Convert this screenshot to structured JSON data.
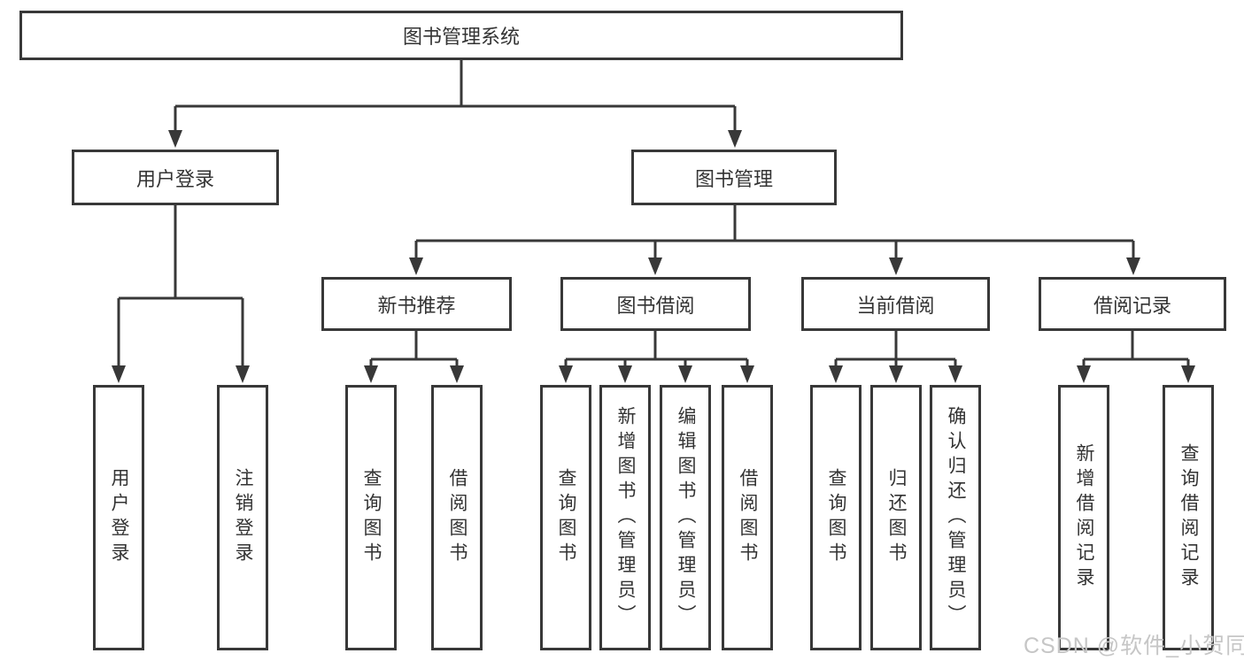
{
  "diagram": {
    "nodes": {
      "root": {
        "label": "图书管理系统"
      },
      "user_login": {
        "label": "用户登录"
      },
      "book_mgmt": {
        "label": "图书管理"
      },
      "new_book_rec": {
        "label": "新书推荐"
      },
      "book_borrow": {
        "label": "图书借阅"
      },
      "current_borrow": {
        "label": "当前借阅"
      },
      "borrow_records": {
        "label": "借阅记录"
      },
      "leaf_login": {
        "label": "用户登录"
      },
      "leaf_logout": {
        "label": "注销登录"
      },
      "leaf_nb_query": {
        "label": "查询图书"
      },
      "leaf_nb_borrow": {
        "label": "借阅图书"
      },
      "leaf_bb_query": {
        "label": "查询图书"
      },
      "leaf_bb_add": {
        "label": "新增图书（管理员）"
      },
      "leaf_bb_edit": {
        "label": "编辑图书（管理员）"
      },
      "leaf_bb_borrow": {
        "label": "借阅图书"
      },
      "leaf_cb_query": {
        "label": "查询图书"
      },
      "leaf_cb_return": {
        "label": "归还图书"
      },
      "leaf_cb_confirm": {
        "label": "确认归还（管理员）"
      },
      "leaf_br_add": {
        "label": "新增借阅记录"
      },
      "leaf_br_query": {
        "label": "查询借阅记录"
      }
    },
    "line_color": "#383838"
  },
  "watermark": {
    "text": "CSDN @软件_小贺同学"
  }
}
